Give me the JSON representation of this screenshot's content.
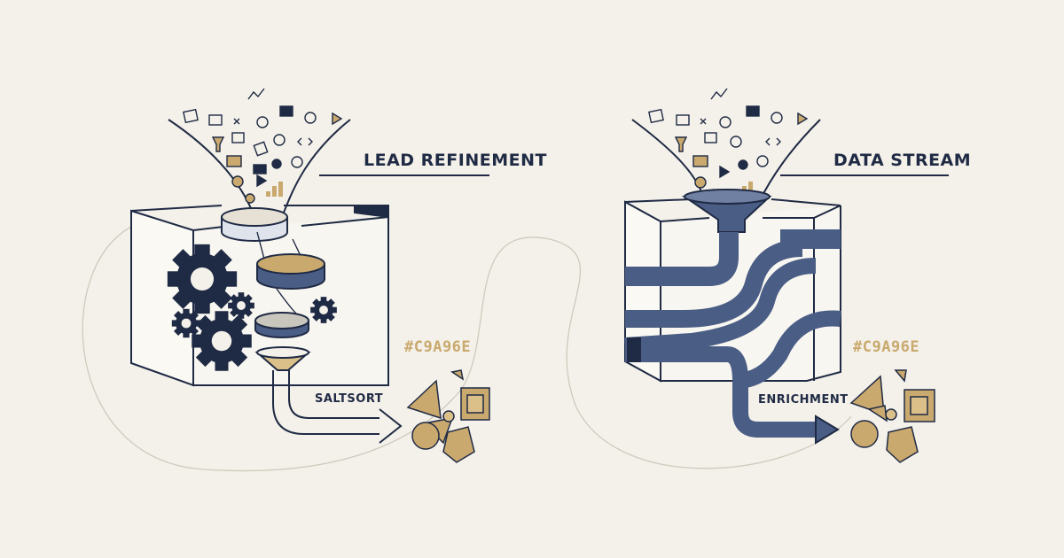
{
  "left_panel": {
    "title": "LEAD REFINEMENT",
    "flow_label": "SALTSORT",
    "color_label": "#C9A96E"
  },
  "right_panel": {
    "title": "DATA STREAM",
    "flow_label": "ENRICHMENT",
    "color_label": "#C9A96E"
  },
  "colors": {
    "background": "#f4f1ea",
    "ink": "#1f2a44",
    "pipe_blue": "#4a5d85",
    "gold": "#c9a96e",
    "gold_light": "#dcc08a"
  }
}
